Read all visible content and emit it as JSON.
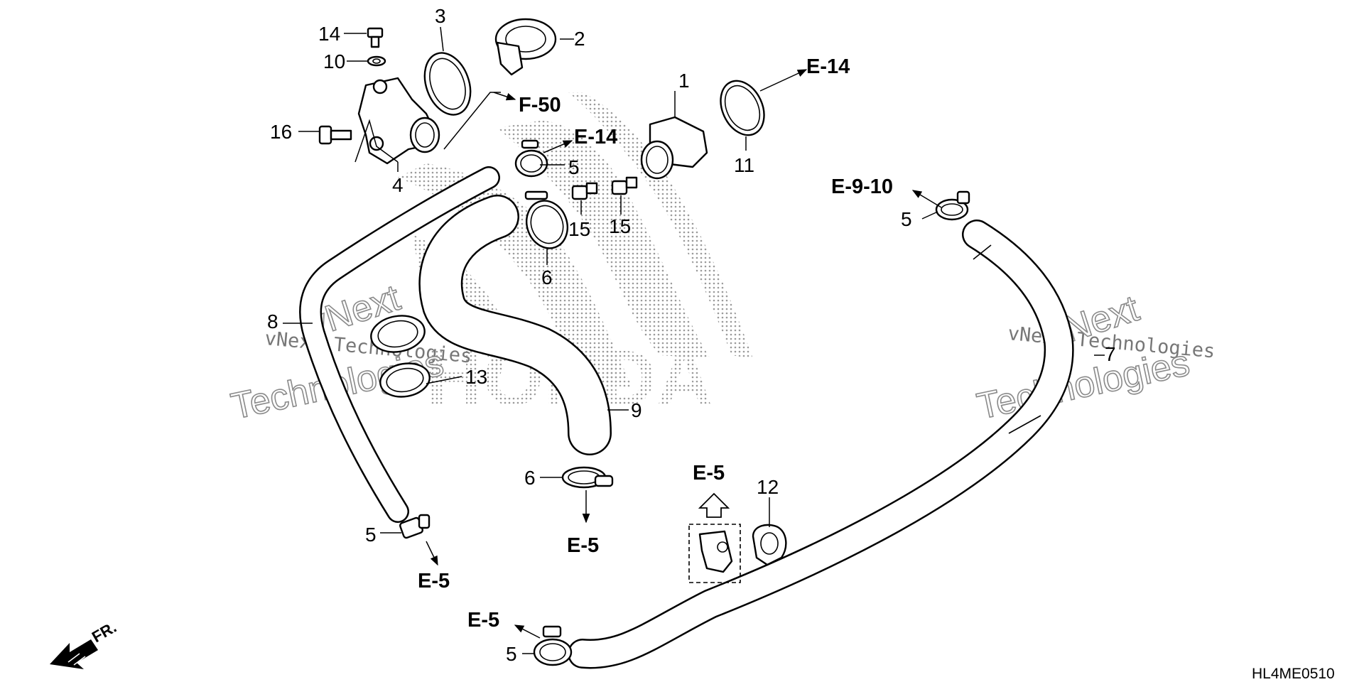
{
  "diagram": {
    "code": "HL4ME0510",
    "direction_label": "FR.",
    "logo_text": "HONDA",
    "watermark": {
      "line": "vNext Technologies",
      "word1": "vNext",
      "word2": "Technologies"
    },
    "callouts": {
      "c1": "1",
      "c2": "2",
      "c3": "3",
      "c4": "4",
      "c5a": "5",
      "c5b": "5",
      "c5c": "5",
      "c5d": "5",
      "c6a": "6",
      "c6b": "6",
      "c7": "7",
      "c8": "8",
      "c9": "9",
      "c10": "10",
      "c11": "11",
      "c12": "12",
      "c13": "13",
      "c14": "14",
      "c15a": "15",
      "c15b": "15",
      "c16": "16"
    },
    "references": {
      "e14_top": "E-14",
      "e14_mid": "E-14",
      "f50": "F-50",
      "e910": "E-9-10",
      "e5_center": "E-5",
      "e5_bottom": "E-5",
      "e5_left": "E-5",
      "e5_lower_left": "E-5"
    }
  }
}
